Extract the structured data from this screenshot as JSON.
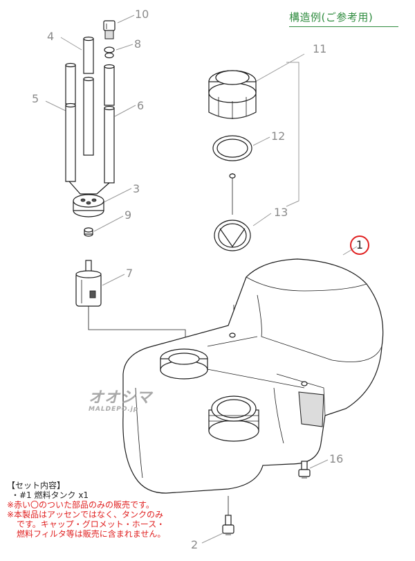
{
  "header": {
    "structure_label": "構造例(ご参考用)"
  },
  "parts": [
    {
      "id": "2",
      "label": "2"
    },
    {
      "id": "3",
      "label": "3"
    },
    {
      "id": "4",
      "label": "4"
    },
    {
      "id": "5",
      "label": "5"
    },
    {
      "id": "6",
      "label": "6"
    },
    {
      "id": "7",
      "label": "7"
    },
    {
      "id": "8",
      "label": "8"
    },
    {
      "id": "9",
      "label": "9"
    },
    {
      "id": "10",
      "label": "10"
    },
    {
      "id": "11",
      "label": "11"
    },
    {
      "id": "12",
      "label": "12"
    },
    {
      "id": "13",
      "label": "13"
    },
    {
      "id": "16",
      "label": "16"
    }
  ],
  "selected_part": {
    "label": "1",
    "color": "#e02020"
  },
  "set_contents": {
    "title": "【セット内容】",
    "item": "・#1 燃料タンク x1",
    "note1": "※赤い〇のついた部品のみの販売です。",
    "note2a": "※本製品はアッセンではなく、タンクのみ",
    "note2b": "です。キャップ・グロメット・ホース・",
    "note2c": "燃料フィルタ等は販売に含まれません。"
  },
  "watermark": {
    "logo_text": "オオシマ",
    "url_text": "MALDEPO.jp"
  },
  "colors": {
    "accent_green": "#2e8b3e",
    "highlight_red": "#e02020",
    "leader_gray": "#9a9a9a"
  }
}
